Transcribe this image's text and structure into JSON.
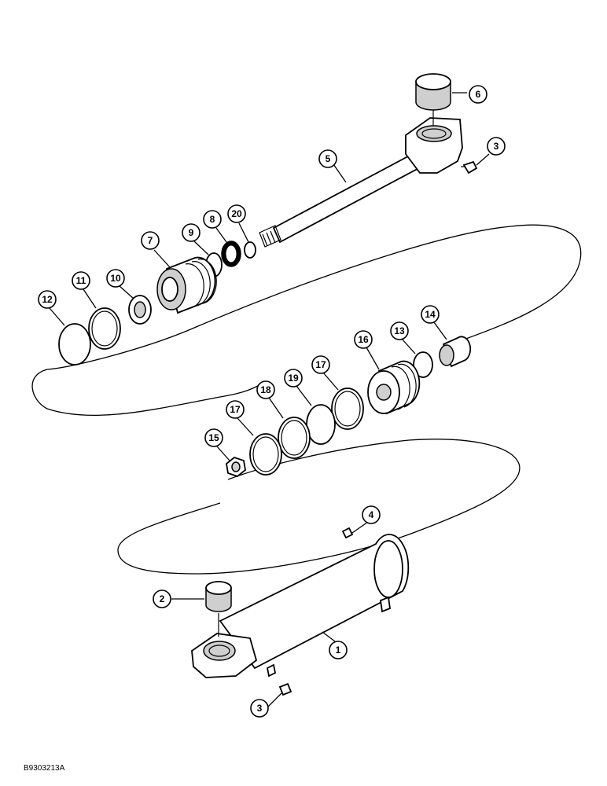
{
  "figure": {
    "code": "B9303213A"
  },
  "callouts": {
    "c1": "1",
    "c2": "2",
    "c3a": "3",
    "c3b": "3",
    "c4": "4",
    "c5": "5",
    "c6": "6",
    "c7": "7",
    "c8": "8",
    "c9": "9",
    "c10": "10",
    "c11": "11",
    "c12": "12",
    "c13": "13",
    "c14": "14",
    "c15": "15",
    "c16": "16",
    "c17a": "17",
    "c17b": "17",
    "c18": "18",
    "c19": "19",
    "c20": "20"
  }
}
